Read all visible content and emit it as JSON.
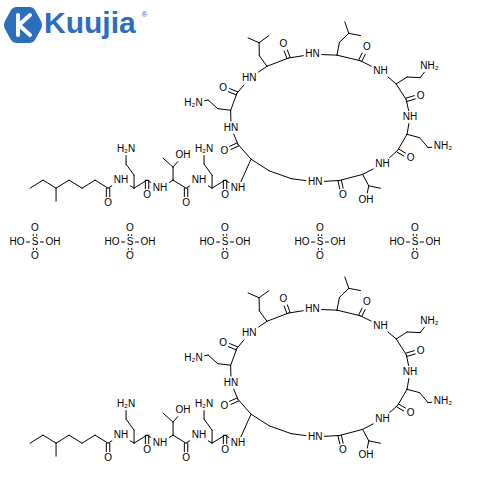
{
  "diagram": {
    "labels": [
      "Kuujia",
      "®",
      "O",
      "NH",
      "H₂N",
      "O",
      "NH",
      "OH",
      "O",
      "NH",
      "H₂N",
      "O",
      "NH",
      "O",
      "HN",
      "H₂N",
      "O",
      "HN",
      "O",
      "HN",
      "O",
      "NH",
      "NH₂",
      "O",
      "NH",
      "NH₂",
      "O",
      "NH",
      "OH",
      "O",
      "HN",
      "O",
      "HO",
      "S",
      "OH",
      "O",
      "O",
      "HO",
      "S",
      "OH",
      "O",
      "O",
      "HO",
      "S",
      "OH",
      "O",
      "O",
      "HO",
      "S",
      "OH",
      "O",
      "O",
      "HO",
      "S",
      "OH",
      "O",
      "O",
      "NH",
      "H₂N",
      "O",
      "NH",
      "OH",
      "O",
      "NH",
      "H₂N",
      "O",
      "NH",
      "O",
      "HN",
      "H₂N",
      "O",
      "HN",
      "O",
      "HN",
      "O",
      "NH",
      "NH₂",
      "O",
      "NH",
      "NH₂",
      "O",
      "NH",
      "OH",
      "O",
      "HN"
    ]
  }
}
